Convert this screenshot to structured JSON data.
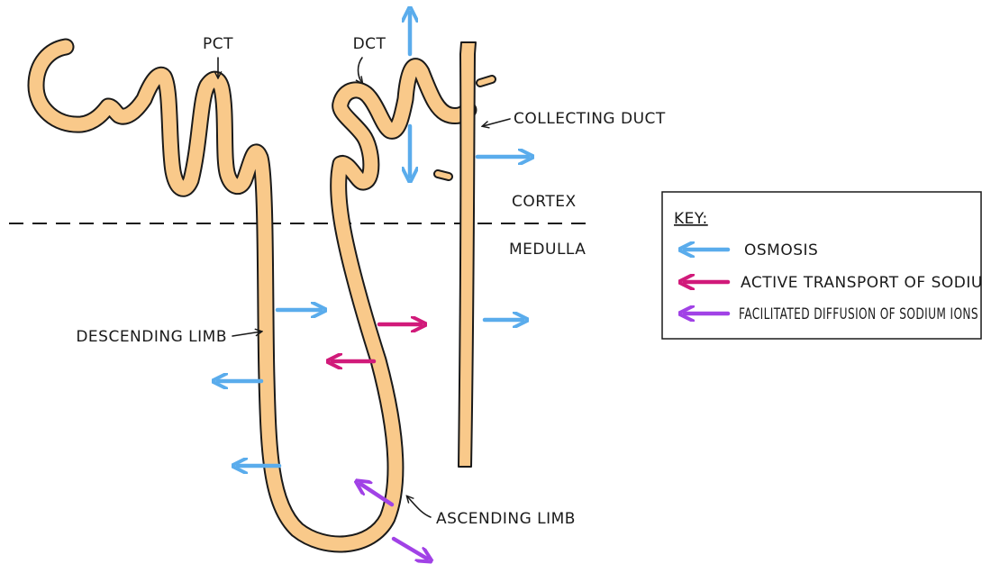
{
  "colors": {
    "tubule_fill": "#f9c98a",
    "tubule_outline": "#1a1a1a",
    "osmosis": "#5aacec",
    "active_transport": "#d11a7a",
    "facilitated_diffusion": "#a142e6",
    "divider": "#1a1a1a"
  },
  "labels": {
    "pct": "PCT",
    "dct": "DCT",
    "collecting_duct": "COLLECTING DUCT",
    "cortex": "CORTEX",
    "medulla": "MEDULLA",
    "descending_limb": "DESCENDING LIMB",
    "ascending_limb": "ASCENDING LIMB"
  },
  "key": {
    "title": "KEY:",
    "items": [
      {
        "text": "OSMOSIS",
        "color_ref": "osmosis"
      },
      {
        "text": "ACTIVE TRANSPORT OF SODIUM IONS",
        "color_ref": "active_transport"
      },
      {
        "text": "FACILITATED DIFFUSION OF SODIUM IONS",
        "color_ref": "facilitated_diffusion"
      }
    ]
  }
}
